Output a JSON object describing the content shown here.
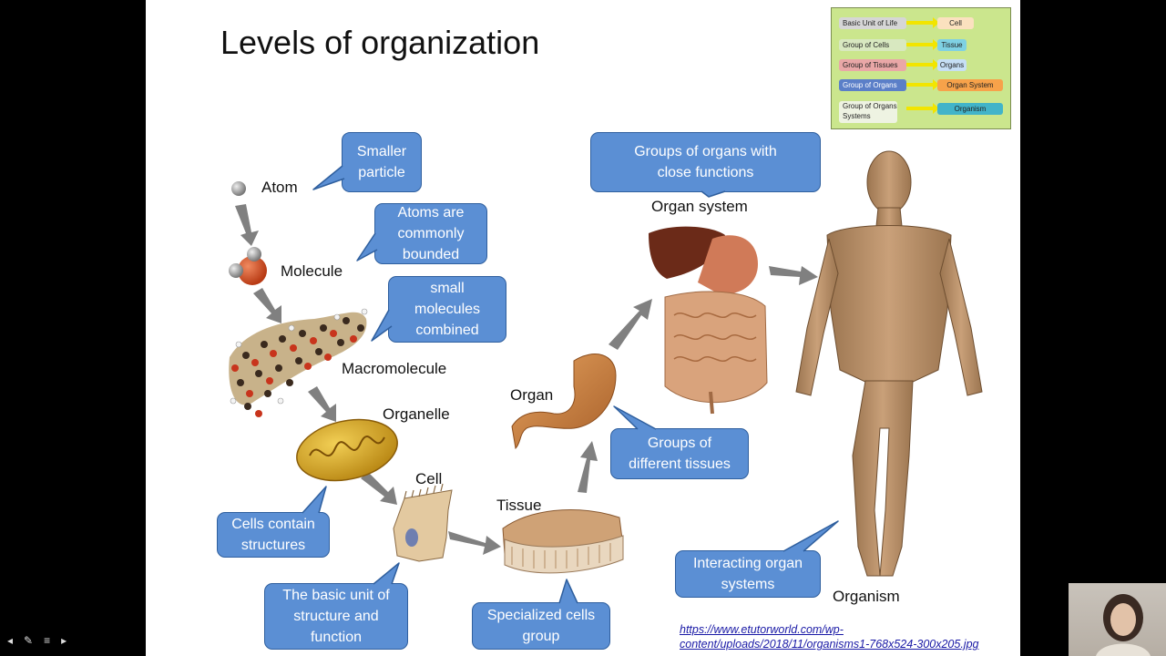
{
  "slide": {
    "title": "Levels of organization",
    "levels": {
      "atom": "Atom",
      "molecule": "Molecule",
      "macromolecule": "Macromolecule",
      "organelle": "Organelle",
      "cell": "Cell",
      "tissue": "Tissue",
      "organ": "Organ",
      "organ_system": "Organ system",
      "organism": "Organism"
    },
    "callouts": {
      "smaller_particle": "Smaller\nparticle",
      "atoms_bounded": "Atoms are\ncommonly\nbounded",
      "small_molecules": "small\nmolecules\ncombined",
      "cells_contain": "Cells contain\nstructures",
      "basic_unit": "The basic unit of\nstructure and\nfunction",
      "specialized_cells": "Specialized cells\ngroup",
      "groups_tissues": "Groups of\ndifferent tissues",
      "groups_organs": "Groups of organs with\nclose functions",
      "interacting_systems": "Interacting organ\nsystems"
    },
    "legend": {
      "rows": [
        {
          "left": "Basic Unit of Life",
          "right": "Cell"
        },
        {
          "left": "Group of Cells",
          "right": "Tissue"
        },
        {
          "left": "Group of Tissues",
          "right": "Organs"
        },
        {
          "left": "Group of Organs",
          "right": "Organ System"
        },
        {
          "left": "Group of Organs Systems",
          "right": "Organism"
        }
      ]
    },
    "source": "https://www.etutorworld.com/wp-content/uploads/2018/11/organisms1-768x524-300x205.jpg"
  },
  "colors": {
    "callout_fill": "#5b8fd4",
    "callout_border": "#2f5f9e",
    "arrow": "#808080",
    "legend_bg": "#cbe68d",
    "legend_arrow": "#f2e500"
  }
}
